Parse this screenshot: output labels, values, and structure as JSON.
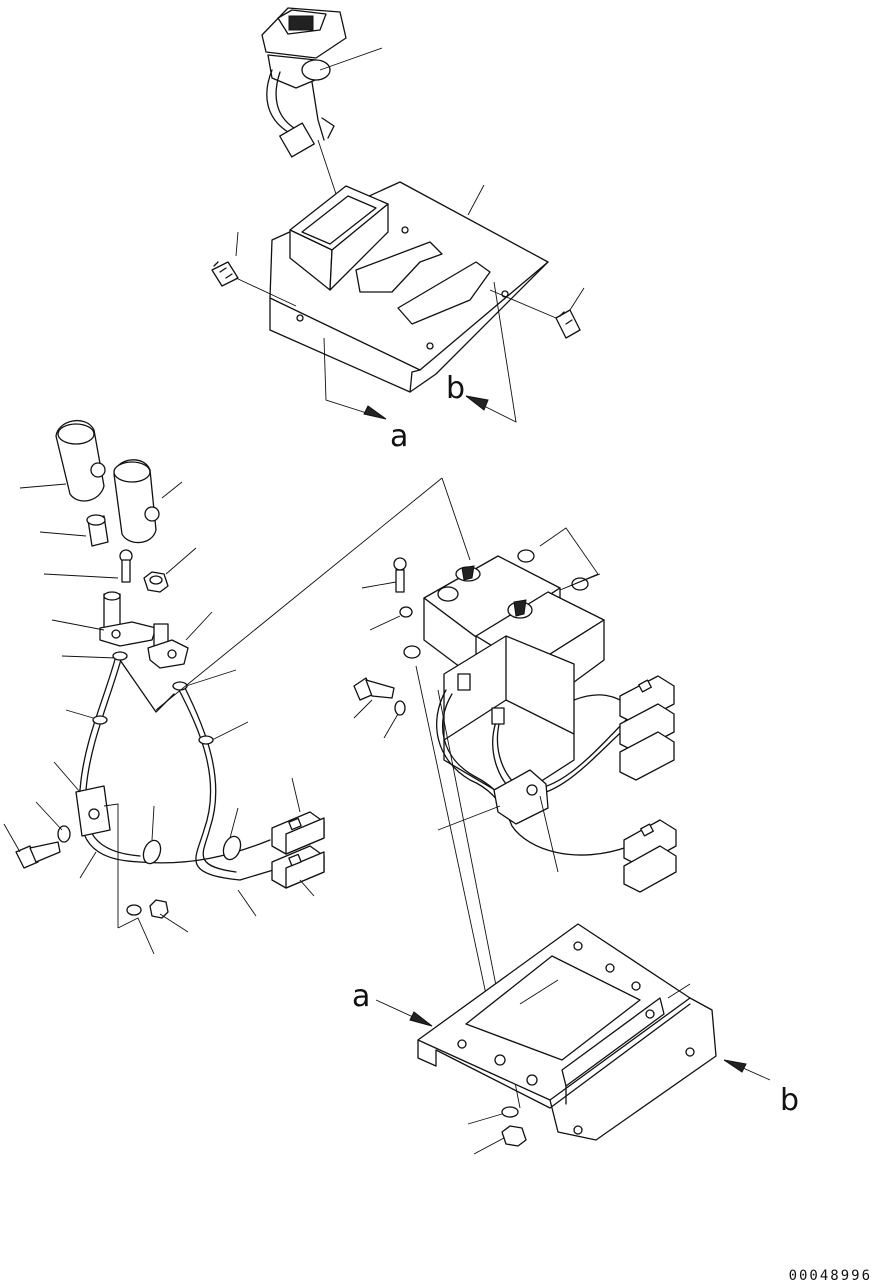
{
  "labels": {
    "a_top": "a",
    "b_top": "b",
    "a_bottom": "a",
    "b_bottom": "b"
  },
  "part_number": "00048996"
}
